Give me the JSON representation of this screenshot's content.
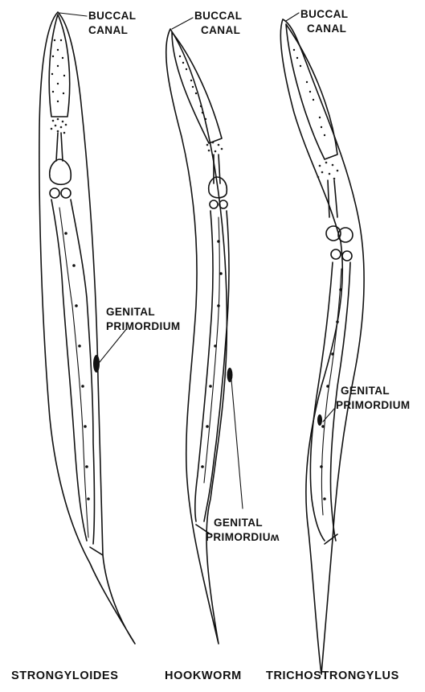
{
  "larvae": [
    {
      "caption": "STRONGYLOIDES",
      "buccal": {
        "line1": "BUCCAL",
        "line2": "CANAL"
      },
      "genital": {
        "line1": "GENITAL",
        "line2": "PRIMORDIUM"
      }
    },
    {
      "caption": "HOOKWORM",
      "buccal": {
        "line1": "BUCCAL",
        "line2": "CANAL"
      },
      "genital": {
        "line1": "GENITAL",
        "line2": "PRIMORDIUʍ"
      }
    },
    {
      "caption": "TRICHOSTRONGYLUS",
      "buccal": {
        "line1": "BUCCAL",
        "line2": "CANAL"
      },
      "genital": {
        "line1": "GENITAL",
        "line2": "PRIMORDIUM"
      }
    }
  ]
}
